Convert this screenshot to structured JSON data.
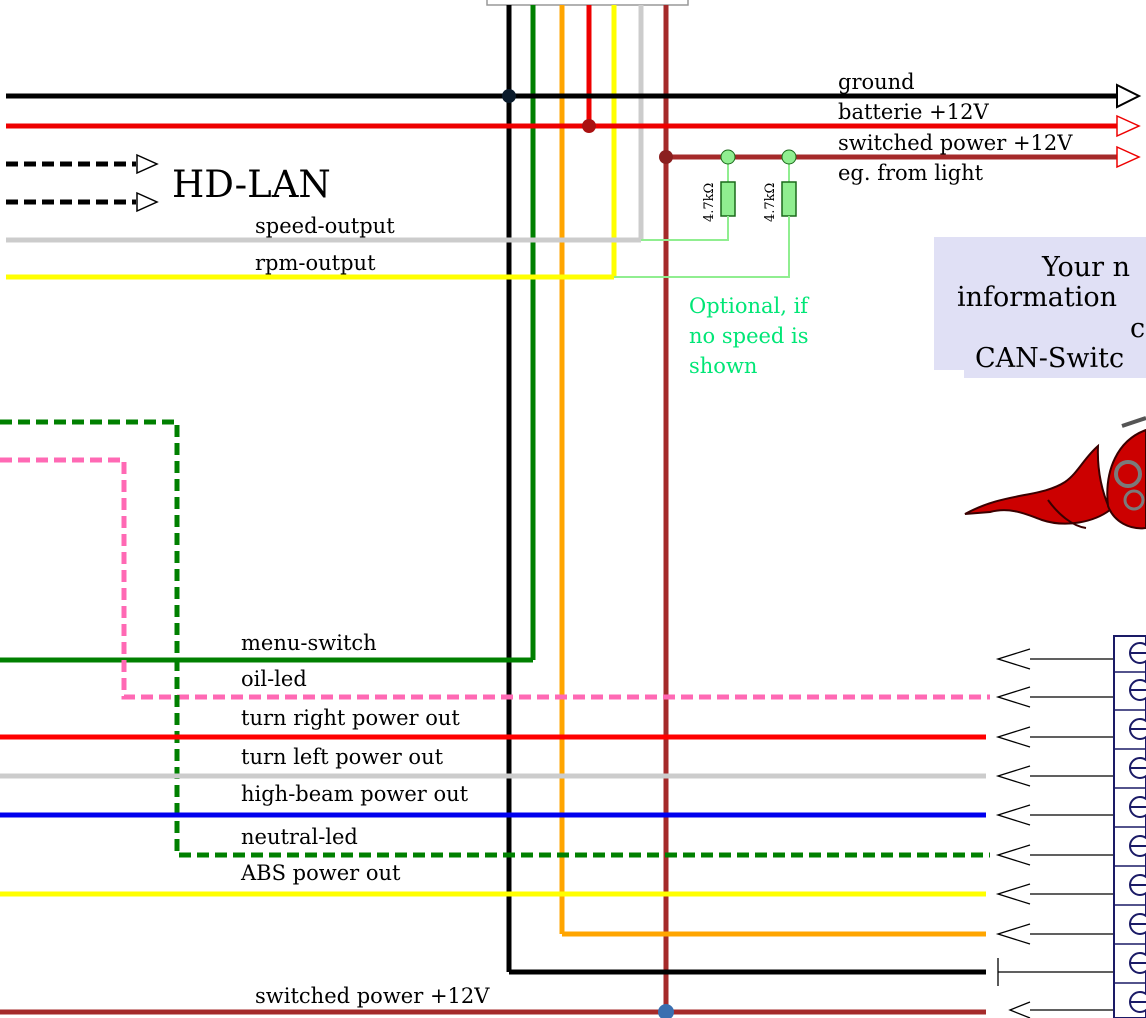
{
  "colors": {
    "ground": "#000000",
    "battery": "#ee0000",
    "switched_power": "#a52a2a",
    "menu_switch": "#008000",
    "oil_led": "#ff69b4",
    "turn_right": "#ff0000",
    "turn_left": "#cccccc",
    "high_beam": "#0000ee",
    "neutral_led": "#008000",
    "abs": "#ffff00",
    "speed_output": "#cccccc",
    "rpm_output": "#ffff00",
    "optional_wire": "#90ee90",
    "resistor_fill": "#90ee90",
    "orange": "#ffa500",
    "info_box": "#e0e0f5",
    "note_text": "#00e676",
    "logo_red": "#cc0000"
  },
  "top_bus": {
    "ground": "ground",
    "battery": "batterie +12V",
    "switched": "switched power +12V",
    "switched_note": "eg. from light"
  },
  "hd_lan": {
    "label": "HD-LAN"
  },
  "outputs": {
    "speed": "speed-output",
    "rpm": "rpm-output"
  },
  "resistors": {
    "r1": "4.7kΩ",
    "r2": "4.7kΩ"
  },
  "optional_note": [
    "Optional, if",
    "no speed is",
    "shown"
  ],
  "info_box": {
    "line1": "Your n",
    "line2": "information",
    "line3": "c",
    "line4": "CAN-Switc"
  },
  "signals": {
    "menu_switch": "menu-switch",
    "oil_led": "oil-led",
    "turn_right": "turn right power out",
    "turn_left": "turn left power out",
    "high_beam": "high-beam power out",
    "neutral_led": "neutral-led",
    "abs": "ABS power out",
    "switched_bottom": "switched  power +12V"
  },
  "icons": {
    "arrow": "open-arrow-icon",
    "terminal": "terminal-block-icon",
    "logo": "dragon-logo-icon"
  }
}
